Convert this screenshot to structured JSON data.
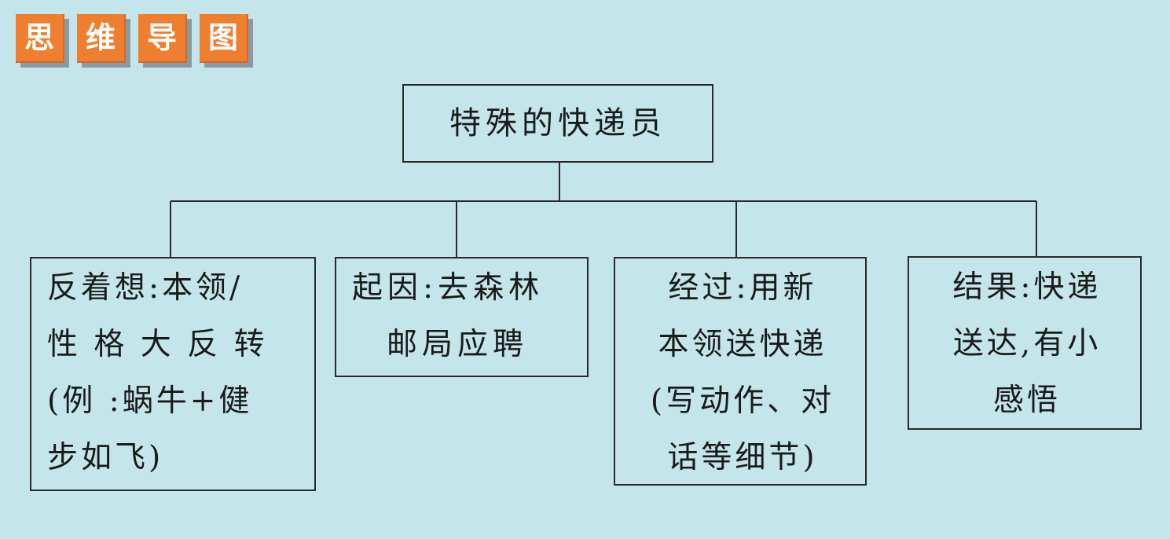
{
  "header": {
    "badges": [
      "思",
      "维",
      "导",
      "图"
    ],
    "badge_color": "#ef7f2e"
  },
  "diagram": {
    "root": "特殊的快递员",
    "branches": [
      {
        "lines": [
          "反着想:本领/",
          "性 格 大 反 转",
          "(例 :蜗牛+健",
          "步如飞)"
        ]
      },
      {
        "lines": [
          "起因:去森林",
          "邮局应聘"
        ]
      },
      {
        "lines": [
          "经过:用新",
          "本领送快递",
          "(写动作、对",
          "话等细节)"
        ]
      },
      {
        "lines": [
          "结果:快递",
          "送达,有小",
          "感悟"
        ]
      }
    ]
  }
}
